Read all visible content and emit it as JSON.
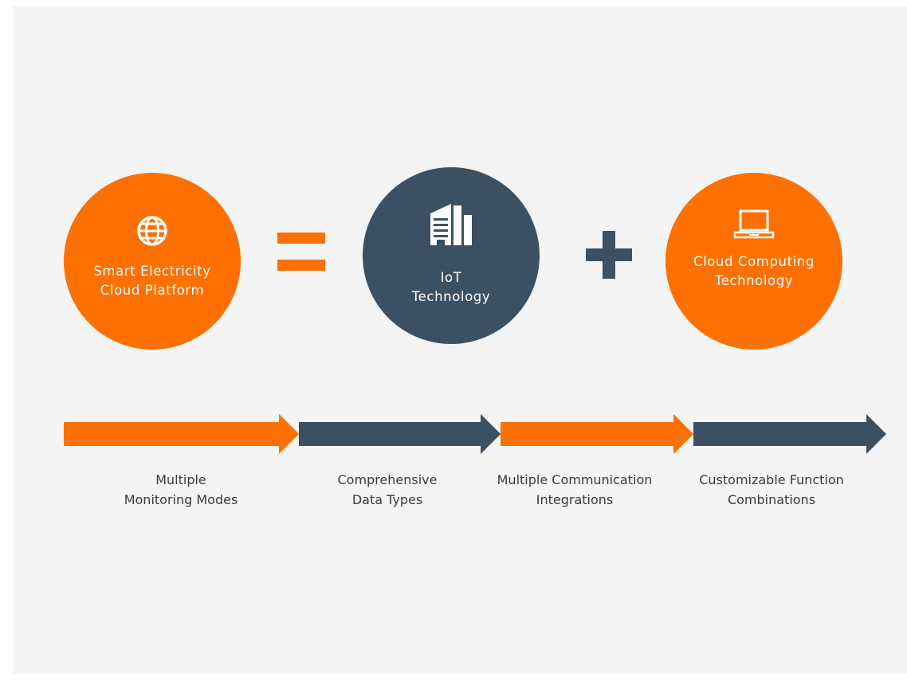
{
  "colors": {
    "orange": "#ff7002",
    "slate": "#3c5063",
    "background": "#f4f4f4",
    "text": "#3b3b3b"
  },
  "circles": [
    {
      "label": "Smart Electricity\nCloud Platform",
      "icon": "globe-icon"
    },
    {
      "label": "IoT\nTechnology",
      "icon": "building-icon"
    },
    {
      "label": "Cloud Computing\nTechnology",
      "icon": "laptop-icon"
    }
  ],
  "operators": {
    "equals": "equals-sign",
    "plus": "plus-sign"
  },
  "features": [
    "Multiple\nMonitoring Modes",
    "Comprehensive\nData Types",
    "Multiple Communication\nIntegrations",
    "Customizable Function\nCombinations"
  ]
}
